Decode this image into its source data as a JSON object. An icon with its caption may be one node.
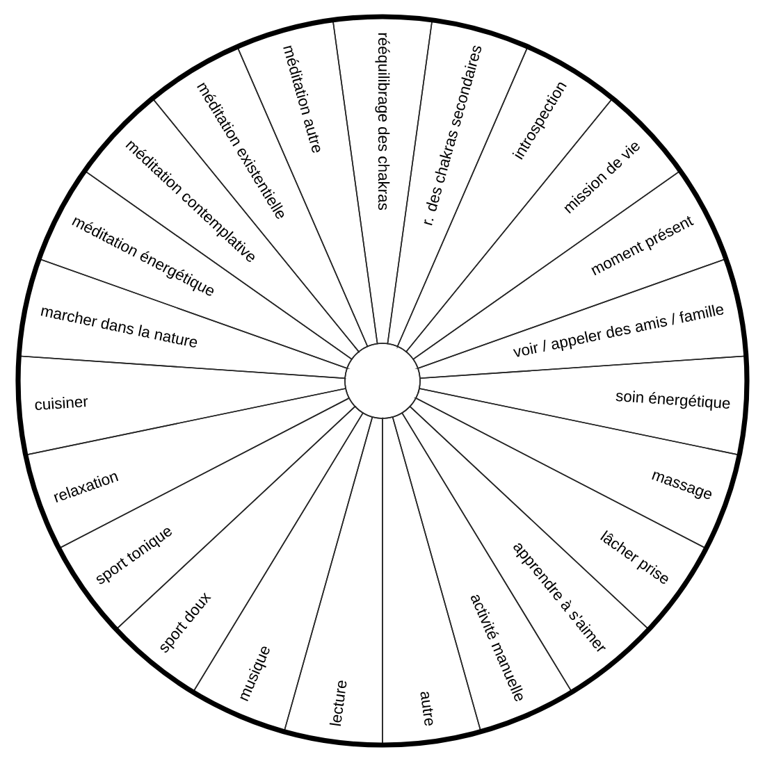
{
  "diagram": {
    "nodes": [
      {
        "text": [
          "rééquilibrage des chakras"
        ]
      },
      {
        "text": [
          "r. des chakras secondaires"
        ]
      },
      {
        "text": [
          "introspection"
        ]
      },
      {
        "text": [
          "mission de vie"
        ]
      },
      {
        "text": [
          "moment présent"
        ]
      },
      {
        "text": [
          "voir / appeler des amis / famille"
        ]
      },
      {
        "text": [
          "soin énergétique"
        ]
      },
      {
        "text": [
          "massage"
        ]
      },
      {
        "text": [
          "lâcher prise"
        ]
      },
      {
        "text": [
          "apprendre à s'aimer"
        ]
      },
      {
        "text": [
          "activité manuelle"
        ]
      },
      {
        "text": [
          "autre"
        ]
      },
      {
        "text": [
          "lecture"
        ]
      },
      {
        "text": [
          "musique"
        ]
      },
      {
        "text": [
          "sport doux"
        ]
      },
      {
        "text": [
          "sport tonique"
        ]
      },
      {
        "text": [
          "relaxation"
        ]
      },
      {
        "text": [
          "cuisiner"
        ]
      },
      {
        "text": [
          "marcher dans la nature"
        ]
      },
      {
        "text": [
          "méditation énergétique"
        ]
      },
      {
        "text": [
          "méditation contemplative"
        ]
      },
      {
        "text": [
          "méditation existentielle"
        ]
      },
      {
        "text": [
          "méditation autre"
        ]
      }
    ]
  }
}
